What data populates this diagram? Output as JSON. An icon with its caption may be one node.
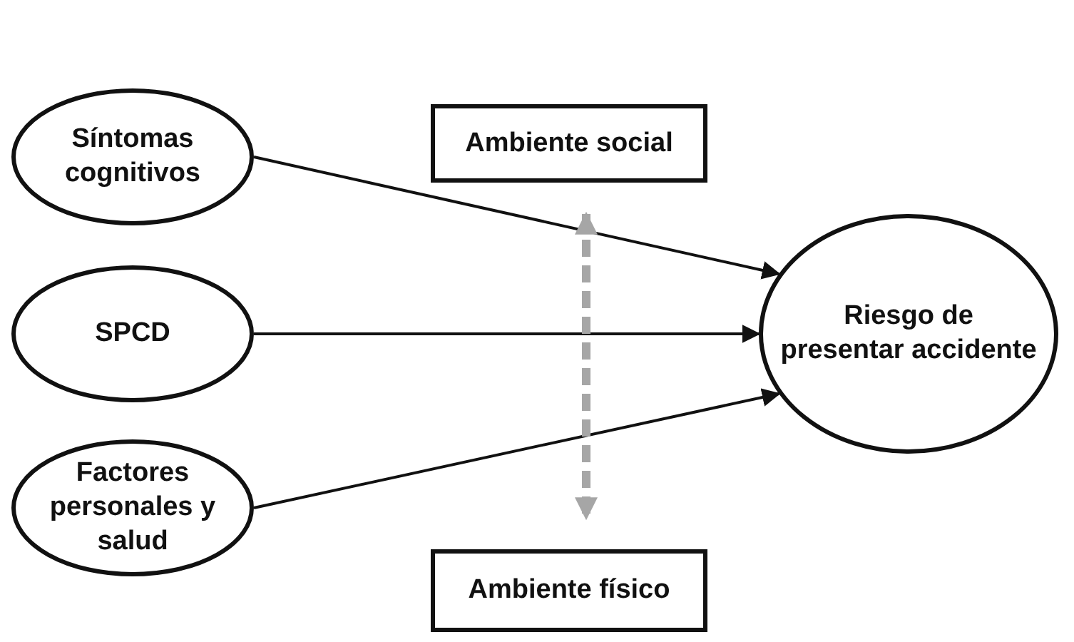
{
  "diagram": {
    "nodes": [
      {
        "text": [
          "Ambiente social"
        ]
      },
      {
        "text": [
          "Síntomas cognitivos"
        ]
      },
      {
        "text": [
          "SPCD"
        ]
      },
      {
        "text": [
          "Factores personales y salud"
        ]
      },
      {
        "text": [
          "Riesgo de presentar accidente"
        ]
      },
      {
        "text": [
          "Ambiente físico"
        ]
      }
    ],
    "edges": [
      {
        "from": 1,
        "to": 4,
        "arrow": "to"
      },
      {
        "from": 2,
        "to": 4,
        "arrow": "to"
      },
      {
        "from": 3,
        "to": 4,
        "arrow": "to"
      },
      {
        "from": 0,
        "to": 5,
        "arrow": "both",
        "style": "dashed",
        "color": "#a6a6a6"
      }
    ]
  }
}
